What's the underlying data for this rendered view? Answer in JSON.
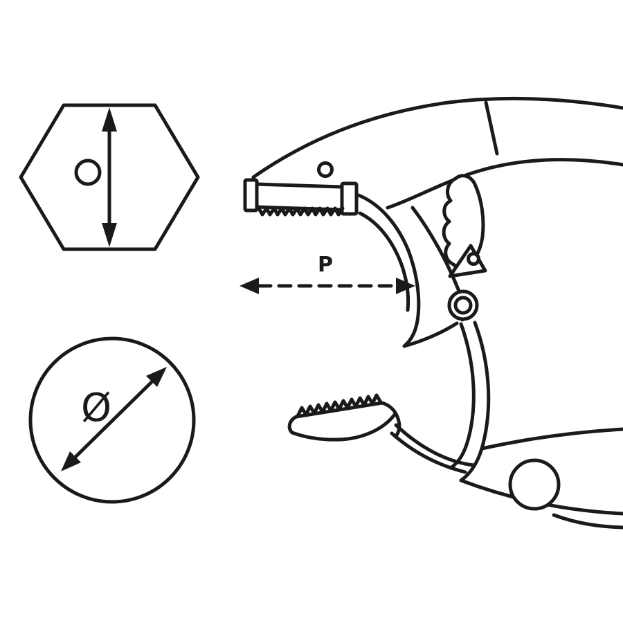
{
  "figure": {
    "type": "technical-line-drawing",
    "background_color": "#ffffff",
    "line_color": "#1a1a1a",
    "labels": {
      "jaw_capacity": "P",
      "diameter_symbol": "Ø"
    },
    "glyphs": [
      {
        "name": "hexagon-size-symbol",
        "description": "hexagon outline with vertical double-headed arrow and center hole"
      },
      {
        "name": "diameter-symbol",
        "description": "circle outline with diagonal double-headed arrow and diameter sign"
      },
      {
        "name": "locking-pliers-drawing",
        "description": "grip pliers jaw with serrated jaws, pivot, spring and handles"
      },
      {
        "name": "jaw-opening-dimension",
        "description": "dashed double-headed horizontal arrow labelled P"
      }
    ]
  }
}
